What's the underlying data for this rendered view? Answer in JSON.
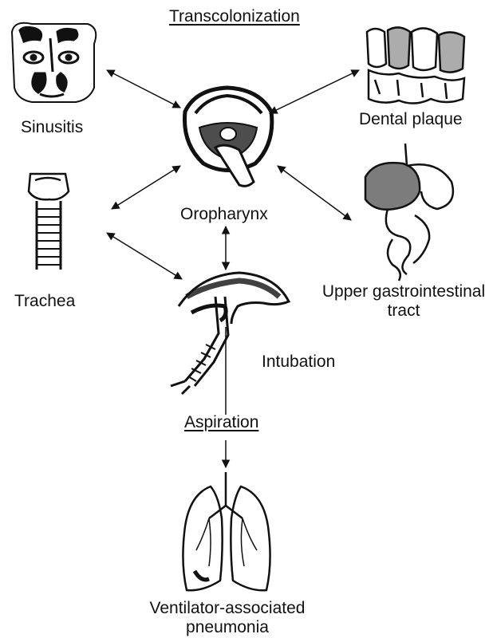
{
  "labels": {
    "transcolonization": "Transcolonization",
    "sinusitis": "Sinusitis",
    "dental_plaque": "Dental plaque",
    "oropharynx": "Oropharynx",
    "trachea": "Trachea",
    "upper_gi_line1": "Upper gastrointestinal",
    "upper_gi_line2": "tract",
    "intubation": "Intubation",
    "aspiration": "Aspiration",
    "vap_line1": "Ventilator-associated",
    "vap_line2": "pneumonia"
  },
  "colors": {
    "ink": "#111111",
    "background": "#ffffff"
  }
}
